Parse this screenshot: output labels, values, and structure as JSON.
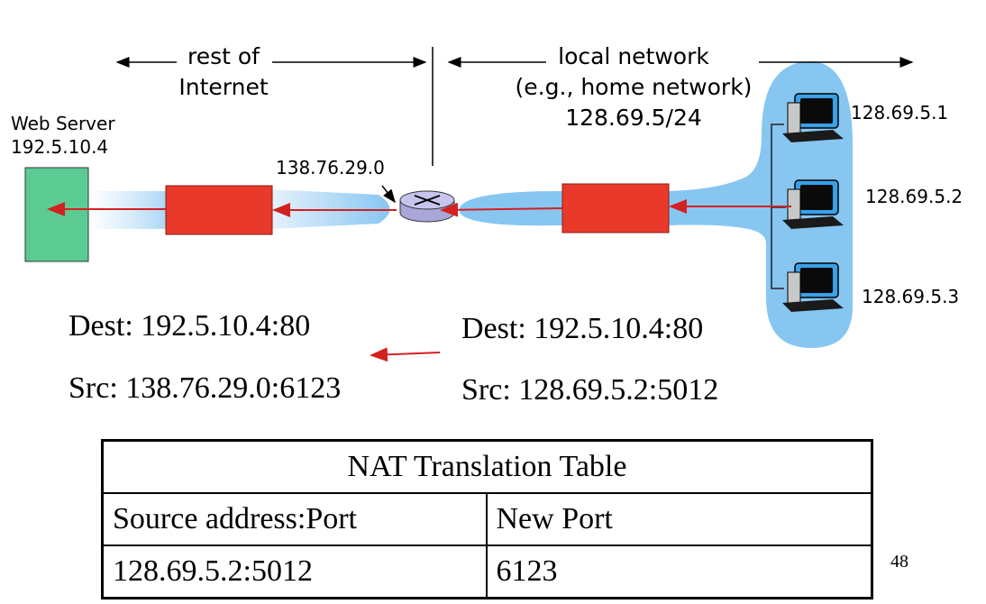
{
  "labels": {
    "rest_of_internet": "rest of\nInternet",
    "local_network": "local network\n(e.g., home network)\n128.69.5/24",
    "web_server": "Web Server\n192.5.10.4",
    "nat_public_ip": "138.76.29.0",
    "hosts": [
      "128.69.5.1",
      "128.69.5.2",
      "128.69.5.3"
    ]
  },
  "packets": {
    "outside": {
      "dest": "Dest: 192.5.10.4:80",
      "src": "Src:  138.76.29.0:6123"
    },
    "inside": {
      "dest": "Dest: 192.5.10.4:80",
      "src": "Src:  128.69.5.2:5012"
    }
  },
  "nat_table": {
    "title": "NAT Translation Table",
    "headers": [
      "Source address:Port",
      "New Port"
    ],
    "rows": [
      [
        "128.69.5.2:5012",
        "6123"
      ]
    ]
  },
  "page_number": "48",
  "colors": {
    "packet_box": "#e8392a",
    "local_cloud": "#88c6f2",
    "web_server": "#5ccb93",
    "arrow": "#d32020",
    "router": "#c7c5ee"
  }
}
